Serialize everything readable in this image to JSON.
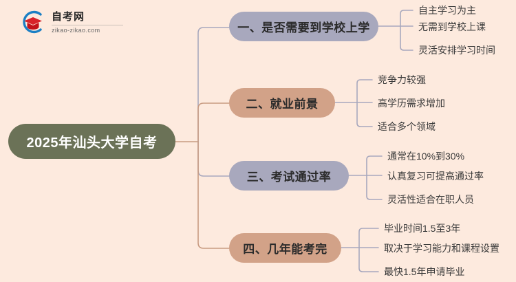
{
  "background_color": "#fdeade",
  "logo": {
    "icon": "graduation-cap-logo-icon",
    "title": "自考网",
    "url": "zikao-zikao.com",
    "arc_color": "#1b7fc4",
    "cap_color": "#d8232a"
  },
  "mindmap": {
    "root": {
      "label": "2025年汕头大学自考",
      "color": "#6b7257",
      "text_color": "#ffffff"
    },
    "branches": [
      {
        "label": "一、是否需要到学校上学",
        "color": "#a8a8bd",
        "leaves": [
          "自主学习为主",
          "无需到学校上课",
          "灵活安排学习时间"
        ]
      },
      {
        "label": "二、就业前景",
        "color": "#d2a288",
        "leaves": [
          "竞争力较强",
          "高学历需求增加",
          "适合多个领域"
        ]
      },
      {
        "label": "三、考试通过率",
        "color": "#a8a8bd",
        "leaves": [
          "通常在10%到30%",
          "认真复习可提高通过率",
          "灵活性适合在职人员"
        ]
      },
      {
        "label": "四、几年能考完",
        "color": "#d2a288",
        "leaves": [
          "毕业时间1.5至3年",
          "取决于学习能力和课程设置",
          "最快1.5年申请毕业"
        ]
      }
    ]
  }
}
